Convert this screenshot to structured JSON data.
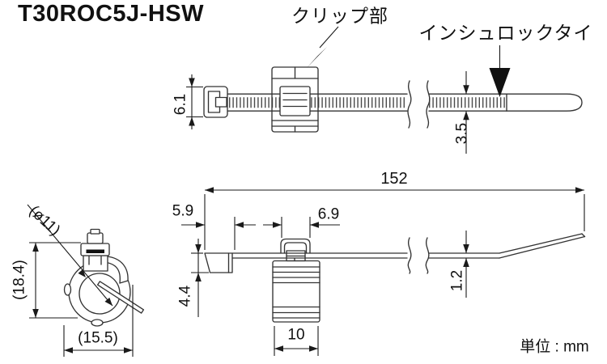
{
  "title": "T30ROC5J-HSW",
  "unit_label": "単位 : mm",
  "callouts": {
    "clip": "クリップ部",
    "tie": "インシュロックタイ"
  },
  "dimensions": {
    "top_view": {
      "head_width": "6.1",
      "strap_width": "3.5"
    },
    "side_view": {
      "overall_length": "152",
      "head_length": "5.9",
      "clip_neck_width": "6.9",
      "head_depth": "4.4",
      "strap_thickness": "1.2",
      "clip_body_width": "10"
    },
    "front_view": {
      "clamp_inner_diameter": "(ø11)",
      "overall_height": "(18.4)",
      "overall_width": "(15.5)"
    }
  },
  "colors": {
    "background": "#ffffff",
    "line": "#333333",
    "ink": "#1a1a1a"
  }
}
